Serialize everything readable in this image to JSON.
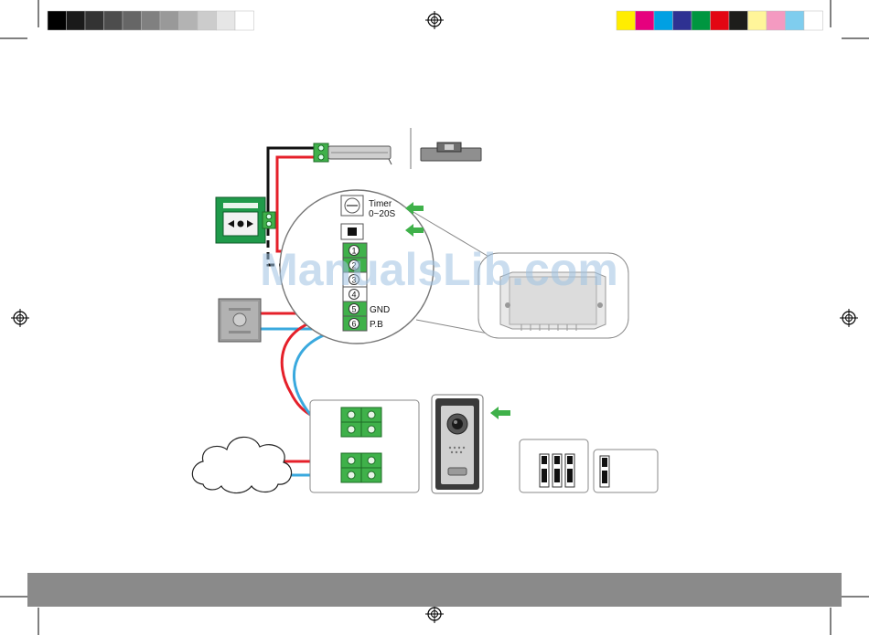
{
  "colors": {
    "wire_red": "#e5202a",
    "wire_blue": "#3aa9de",
    "wire_black": "#111111",
    "terminal_green": "#3fb14a",
    "arrow_green": "#3fb14a",
    "exit_button_plate": "#9a9a9a",
    "footer": "#8a8a8a"
  },
  "calibration_gray": [
    "#000000",
    "#1a1a1a",
    "#333333",
    "#4d4d4d",
    "#666666",
    "#808080",
    "#999999",
    "#b3b3b3",
    "#cccccc",
    "#e6e6e6",
    "#ffffff"
  ],
  "calibration_color": [
    "#ffed00",
    "#e6007e",
    "#00a0e3",
    "#2e3192",
    "#009640",
    "#e30613",
    "#1d1d1b",
    "#fff59a",
    "#f49ac1",
    "#7fcdee",
    "#ffffff"
  ],
  "terminal_block": {
    "timer_label_line1": "Timer",
    "timer_label_line2": "0~20S",
    "pins": [
      {
        "number": "1",
        "label": ""
      },
      {
        "number": "2",
        "label": ""
      },
      {
        "number": "3",
        "label": ""
      },
      {
        "number": "4",
        "label": ""
      },
      {
        "number": "5",
        "label": "GND"
      },
      {
        "number": "6",
        "label": "P.B"
      }
    ]
  },
  "watermark": "ManualsLib.com",
  "icons": [
    "registration-mark-icon",
    "green-arrow-icon",
    "screw-terminal-icon",
    "lock-icon"
  ]
}
